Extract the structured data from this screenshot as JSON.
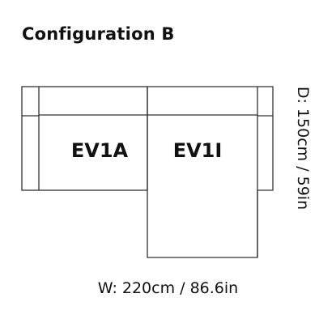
{
  "title": "Configuration B",
  "modules": [
    {
      "label": "EV1A"
    },
    {
      "label": "EV1I"
    }
  ],
  "dimensions": {
    "width": "W: 220cm / 86.6in",
    "depth": "D: 150cm / 59in"
  },
  "colors": {
    "line": "#333333",
    "text": "#111111",
    "background": "#ffffff"
  }
}
